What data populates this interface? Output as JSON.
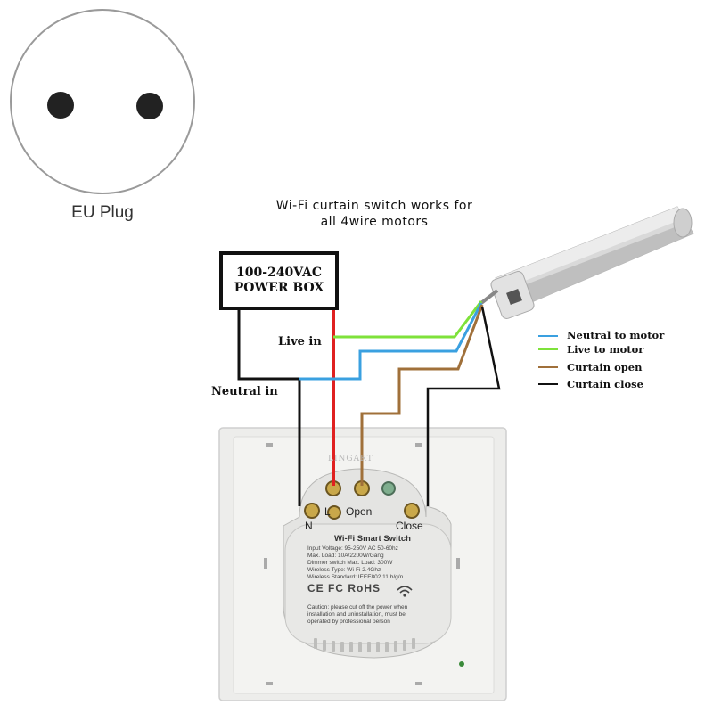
{
  "plug": {
    "caption": "EU Plug"
  },
  "title": {
    "line1": "Wi-Fi curtain switch works for",
    "line2": "all 4wire motors"
  },
  "power_box": {
    "line1": "100-240VAC",
    "line2": "POWER BOX"
  },
  "wires": {
    "live_in": "Live in",
    "neutral_in": "Neutral in",
    "colors": {
      "live": "#e02020",
      "neutral_motor": "#3aa0e0",
      "live_motor": "#7ee23a",
      "open": "#a0703a",
      "close": "#111111"
    }
  },
  "legend": [
    {
      "label": "Neutral to motor",
      "color": "#3aa0e0"
    },
    {
      "label": "Live to motor",
      "color": "#7ee23a"
    },
    {
      "label": "Curtain open",
      "color": "#a0703a"
    },
    {
      "label": "Curtain close",
      "color": "#111111"
    }
  ],
  "switch": {
    "brand": "LINGART",
    "terminals": {
      "n": "N",
      "l": "L",
      "open": "Open",
      "close": "Close"
    },
    "label_title": "Wi-Fi Smart Switch",
    "specs": [
      "Input Voltage: 95-250V AC 50-60hz",
      "Max. Load: 10A/2200W/Gang",
      "Dimmer switch Max. Load: 300W",
      "Wireless Type: Wi-Fi 2.4Ghz",
      "Wireless Standard: IEEE802.11 b/g/n"
    ],
    "certifications": "CE FC RoHS",
    "caution": [
      "Caution: please cut off the power when",
      "installation and uninstallation, must be",
      "operated by professional person"
    ]
  }
}
